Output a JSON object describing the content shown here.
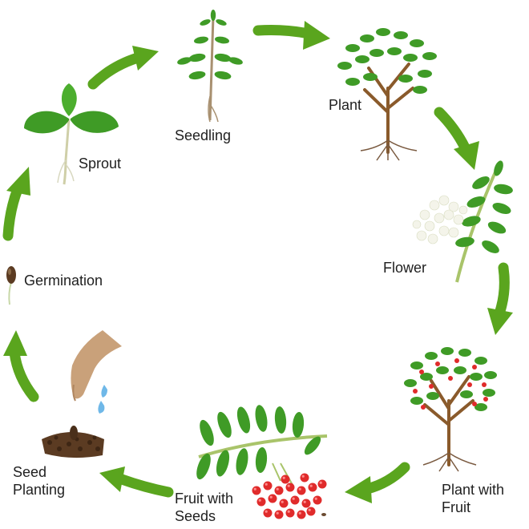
{
  "stages": {
    "seedling": "Seedling",
    "plant": "Plant",
    "sprout": "Sprout",
    "flower": "Flower",
    "germination": "Germination",
    "seed_planting": [
      "Seed",
      "Planting"
    ],
    "fruit_with_seeds": [
      "Fruit with",
      "Seeds"
    ],
    "plant_with_fruit": [
      "Plant with",
      "Fruit"
    ]
  },
  "colors": {
    "arrow": "#5aa51e",
    "leaf": "#3f9b26",
    "leaf_light": "#6cc04a",
    "stem": "#8a5a2b",
    "root": "#7a5a40",
    "berry": "#e02b2b",
    "blossom": "#f4f4ea",
    "hand": "#c9a17a",
    "water": "#6fb8e8",
    "soil": "#5b3b22"
  },
  "icons": [
    "seedling-icon",
    "tree-icon",
    "sprout-icon",
    "flower-icon",
    "germinating-seed-icon",
    "planting-hand-icon",
    "berries-icon",
    "fruit-tree-icon"
  ]
}
